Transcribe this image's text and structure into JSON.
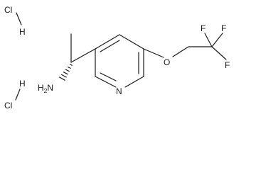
{
  "molecule": {
    "structure": "chemical-structure",
    "atoms": {
      "cl_top": "Cl",
      "h_top": "H",
      "cl_bottom": "Cl",
      "h_bottom": "H",
      "amine_h": "H",
      "amine_sub": "2",
      "amine_n": "N",
      "ring_n": "N",
      "ether_o": "O",
      "f_top_left": "F",
      "f_top_right": "F",
      "f_bottom": "F"
    }
  }
}
